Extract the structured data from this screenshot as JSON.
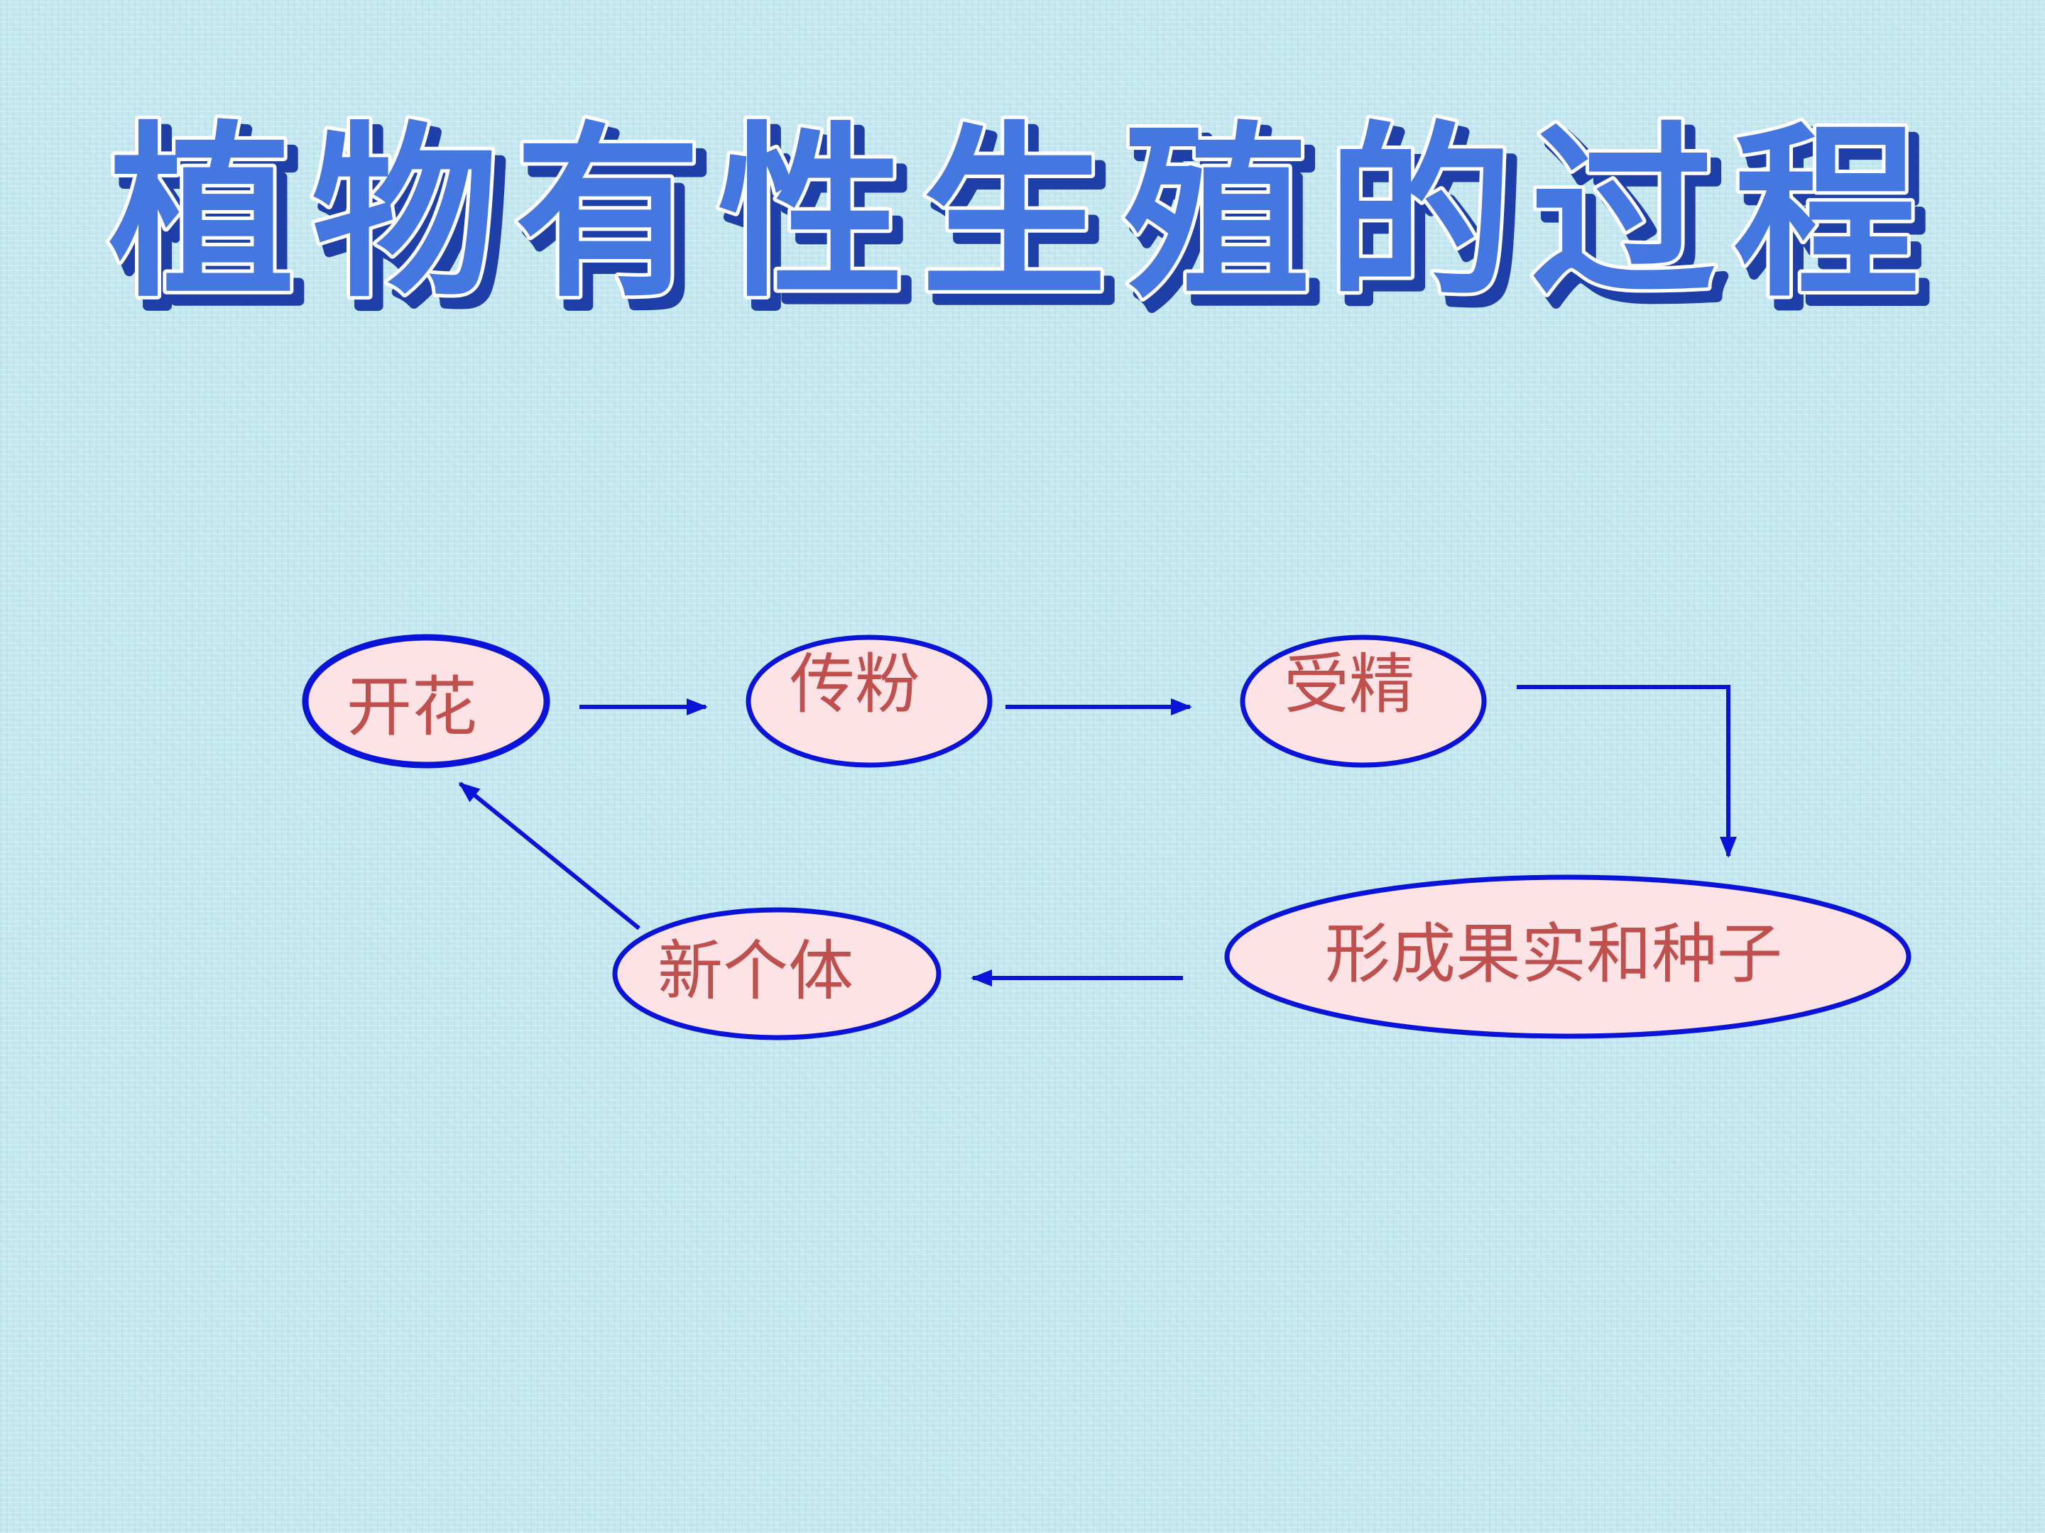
{
  "title": "植物有性生殖的过程",
  "colors": {
    "background": "#c3e7f0",
    "title_fill": "#4577e0",
    "title_outline": "#ffffff",
    "title_shadow": "#1f3fa8",
    "node_fill": "#fde3e6",
    "node_stroke": "#0a14d8",
    "node_text": "#c0504d",
    "arrow": "#0a14d8"
  },
  "nodes": {
    "flowering": "开花",
    "pollination": "传粉",
    "fertilization": "受精",
    "fruit_seed": "形成果实和种子",
    "new_individual": "新个体"
  },
  "edges": [
    {
      "from": "flowering",
      "to": "pollination"
    },
    {
      "from": "pollination",
      "to": "fertilization"
    },
    {
      "from": "fertilization",
      "to": "fruit_seed"
    },
    {
      "from": "fruit_seed",
      "to": "new_individual"
    },
    {
      "from": "new_individual",
      "to": "flowering"
    }
  ]
}
